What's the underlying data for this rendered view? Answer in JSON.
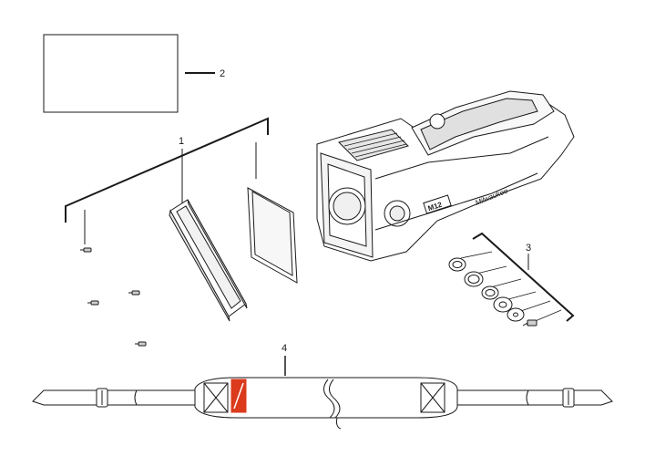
{
  "callouts": {
    "c1": "1",
    "c2": "2",
    "c3": "3",
    "c4": "4"
  },
  "product": {
    "badge": "M12",
    "brand": "Milwaukee"
  },
  "colors": {
    "line": "#1a1a1a",
    "brand_red": "#db3a1c",
    "fill_light": "#f7f7f7",
    "fill_grey": "#dcdcdc"
  },
  "icons": [
    "work-light",
    "lens-bezel",
    "lens-cover",
    "screw",
    "hardware-kit",
    "shoulder-strap",
    "buckle",
    "label-plate"
  ]
}
